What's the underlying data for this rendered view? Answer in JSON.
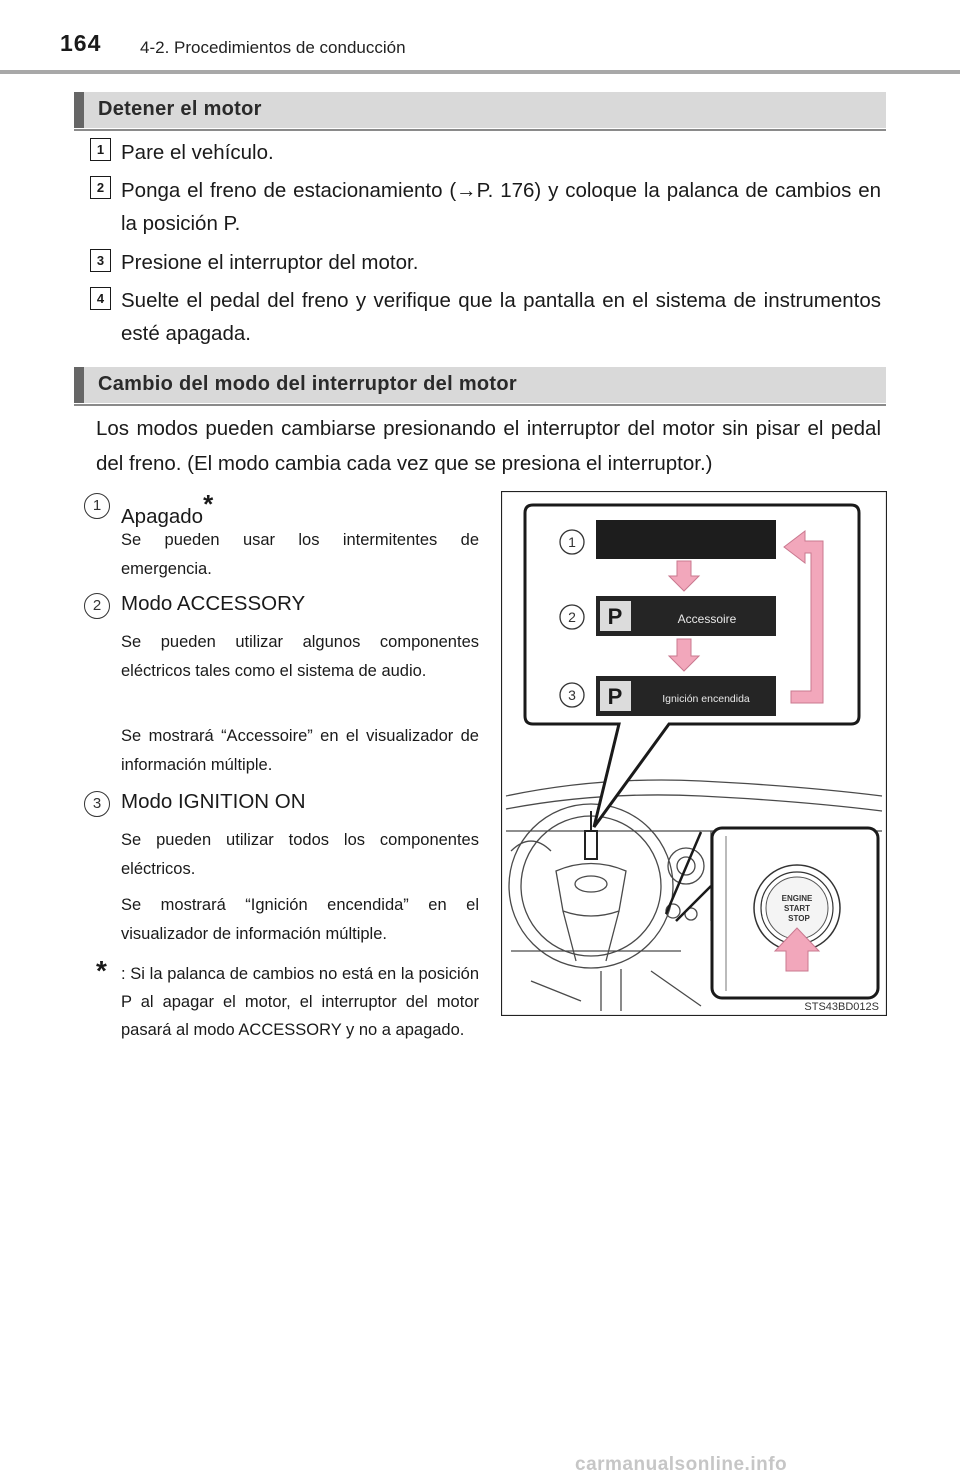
{
  "header": {
    "page_number": "164",
    "section": "4-2. Procedimientos de conducción"
  },
  "section1": {
    "title": "Detener el motor",
    "steps": [
      {
        "num": "1",
        "text": "Pare el vehículo."
      },
      {
        "num": "2",
        "text": "Ponga el freno de estacionamiento (→P. 176) y coloque la palanca de cambios en la posición P."
      },
      {
        "num": "3",
        "text": "Presione el interruptor del motor."
      },
      {
        "num": "4",
        "text": "Suelte el pedal del freno y verifique que la pantalla en el sistema de instrumentos esté apagada."
      }
    ]
  },
  "section2": {
    "title": "Cambio del modo del interruptor del motor",
    "intro": "Los modos pueden cambiarse presionando el interruptor del motor sin pisar el pedal del freno. (El modo cambia cada vez que se presiona el interruptor.)",
    "modes": [
      {
        "num": "1",
        "title": "Apagado",
        "star": "*",
        "desc": [
          "Se pueden usar los intermitentes de emergencia."
        ]
      },
      {
        "num": "2",
        "title": "Modo ACCESSORY",
        "desc": [
          "Se pueden utilizar algunos componentes eléctricos tales como el sistema de audio.",
          "Se mostrará “Accessoire” en el visualizador de información múltiple."
        ]
      },
      {
        "num": "3",
        "title": "Modo IGNITION ON",
        "desc": [
          "Se pueden utilizar todos los componentes eléctricos.",
          "Se mostrará “Ignición encendida” en el visualizador de información múltiple."
        ]
      }
    ],
    "note_star": "*",
    "note": ": Si la palanca de cambios no está en la posición P al apagar el motor, el interruptor del motor pasará al modo ACCESSORY y no a apagado."
  },
  "figure": {
    "callout_nums": [
      "1",
      "2",
      "3"
    ],
    "display_p": "P",
    "display_accessory": "Accessoire",
    "display_ignition": "Ignición encendida",
    "button_line1": "ENGINE",
    "button_line2": "START",
    "button_line3": "STOP",
    "code": "STS43BD012S"
  },
  "watermark": "carmanualsonline.info",
  "colors": {
    "arrow_pink": "#f2a7bb",
    "arrow_stroke": "#c9788f",
    "section_bg": "#d9d9d9",
    "section_bar": "#666666"
  }
}
